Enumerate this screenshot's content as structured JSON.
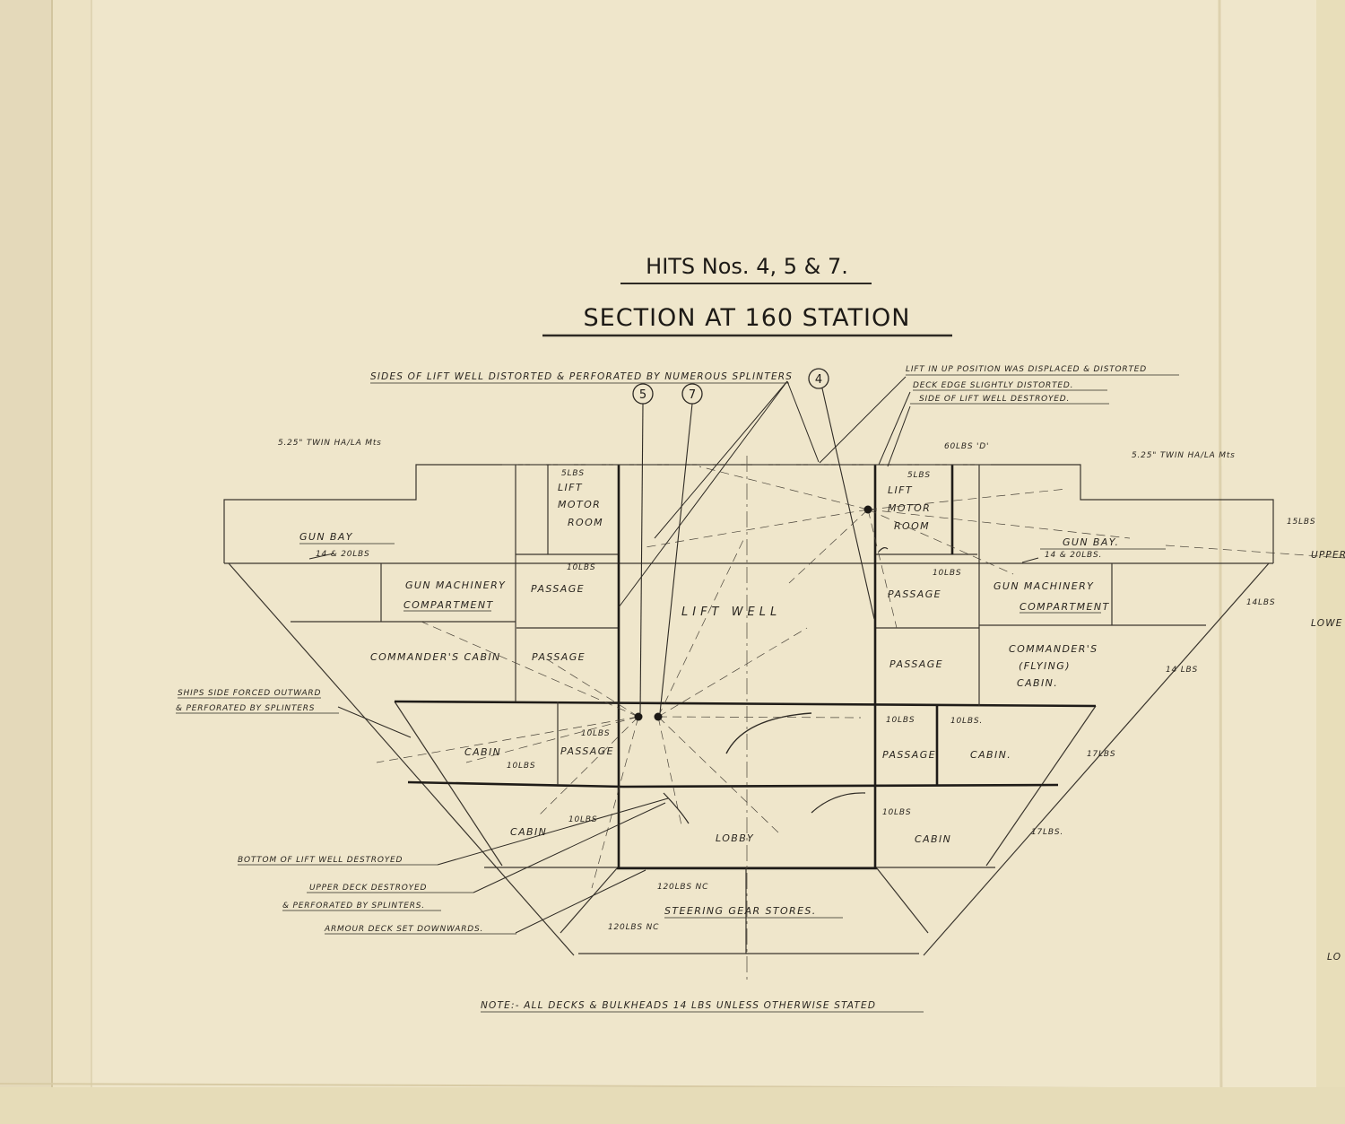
{
  "header": {
    "title_line1": "HITS Nos. 4, 5 & 7.",
    "title_line2": "SECTION AT 160 STATION"
  },
  "hit_markers": [
    "5",
    "7",
    "4"
  ],
  "callouts": {
    "sides_of_lift_well": "SIDES OF LIFT WELL DISTORTED & PERFORATED BY NUMEROUS SPLINTERS",
    "lift_displaced": "LIFT IN UP POSITION WAS DISPLACED & DISTORTED",
    "deck_edge": "DECK EDGE SLIGHTLY DISTORTED.",
    "side_destroyed": "SIDE OF LIFT WELL DESTROYED.",
    "ships_side_1": "SHIPS SIDE FORCED OUTWARD",
    "ships_side_2": "& PERFORATED BY SPLINTERS",
    "bottom_lift_well": "BOTTOM OF LIFT WELL DESTROYED",
    "upper_deck_1": "UPPER DECK DESTROYED",
    "upper_deck_2": "& PERFORATED BY SPLINTERS.",
    "armour_deck": "ARMOUR DECK SET DOWNWARDS.",
    "note": "NOTE:- ALL DECKS & BULKHEADS 14 LBS UNLESS OTHERWISE STATED"
  },
  "mounts": {
    "left": "5.25\" TWIN HA/LA Mts",
    "right": "5.25\" TWIN HA/LA Mts"
  },
  "rooms": {
    "gun_bay_left": "GUN BAY",
    "gun_bay_right": "GUN BAY.",
    "lift_motor_room_left": [
      "LIFT",
      "MOTOR",
      "ROOM"
    ],
    "lift_motor_room_right": [
      "LIFT",
      "MOTOR",
      "ROOM"
    ],
    "gun_machinery_left": [
      "GUN MACHINERY",
      "COMPARTMENT"
    ],
    "gun_machinery_right": [
      "GUN MACHINERY",
      "COMPARTMENT"
    ],
    "passage": "PASSAGE",
    "lift_well": "LIFT WELL",
    "commanders_cabin_left": "COMMANDER'S CABIN",
    "commanders_cabin_right": [
      "COMMANDER'S",
      "(FLYING)",
      "CABIN."
    ],
    "cabin": "CABIN",
    "cabin_dot": "CABIN.",
    "passage_small": "PASSAGE",
    "lobby": "LOBBY",
    "steering_gear": "STEERING GEAR STORES."
  },
  "plating": {
    "lbs_60d": "60LBS 'D'",
    "lbs_5_left": "5LBS",
    "lbs_5_right": "5LBS",
    "lbs_14_20_left": "14 & 20LBS",
    "lbs_14_20_right": "14 & 20LBS.",
    "lbs_10_a": "10LBS",
    "lbs_10_b": "10LBS",
    "lbs_10_c": "10LBS",
    "lbs_10_d": "10LBS",
    "lbs_10_e": "10LBS.",
    "lbs_10_f": "10LBS",
    "lbs_10_g": "10LBS",
    "lbs_10_h": "10LBS",
    "lbs_15": "15LBS",
    "lbs_14_a": "14LBS",
    "lbs_14_b": "14 LBS",
    "lbs_17_a": "17LBS",
    "lbs_17_b": "17LBS.",
    "lbs_120nc_a": "120LBS NC",
    "lbs_120nc_b": "120LBS NC"
  },
  "edge_fragments": {
    "upper": "UPPER",
    "lower": "LOWE",
    "lo": "LO"
  }
}
